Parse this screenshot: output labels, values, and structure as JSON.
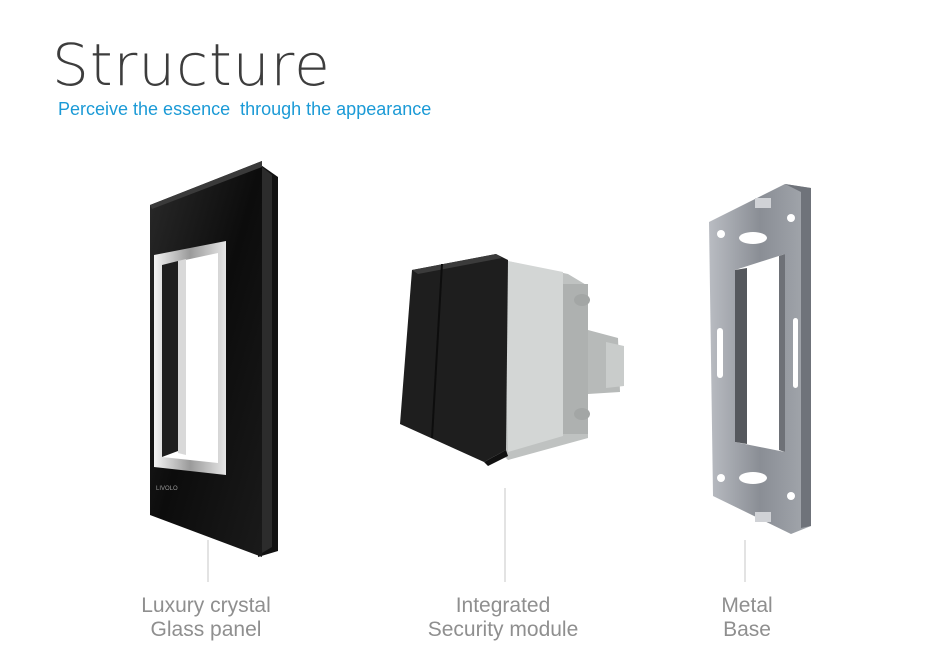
{
  "header": {
    "title": "Structure",
    "subtitle": "Perceive the essence  through the appearance"
  },
  "panel_brand_mark": "LIVOLO",
  "components": [
    {
      "line1": "Luxury crystal",
      "line2": "Glass panel"
    },
    {
      "line1": "Integrated",
      "line2": "Security module"
    },
    {
      "line1": "Metal",
      "line2": "Base"
    }
  ],
  "colors": {
    "accent": "#1b9ad6",
    "title": "#3d3d3d",
    "caption": "#8f8f8f"
  }
}
